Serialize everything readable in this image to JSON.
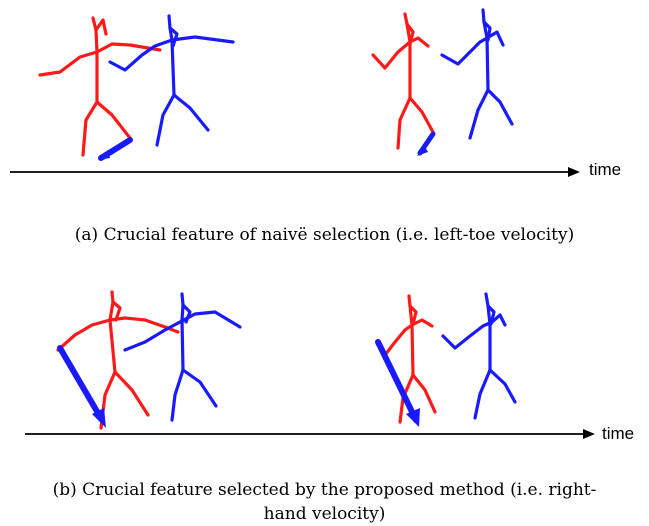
{
  "panel_a": {
    "time_label": "time",
    "caption": "(a) Crucial feature of naivë selection (i.e. left-toe velocity)"
  },
  "panel_b": {
    "time_label": "time",
    "caption": "(b) Crucial feature selected by the proposed method (i.e. right-hand velocity)"
  },
  "colors": {
    "figure_1": "#ff1a1a",
    "figure_2": "#1a1aff",
    "axis": "#000000"
  }
}
